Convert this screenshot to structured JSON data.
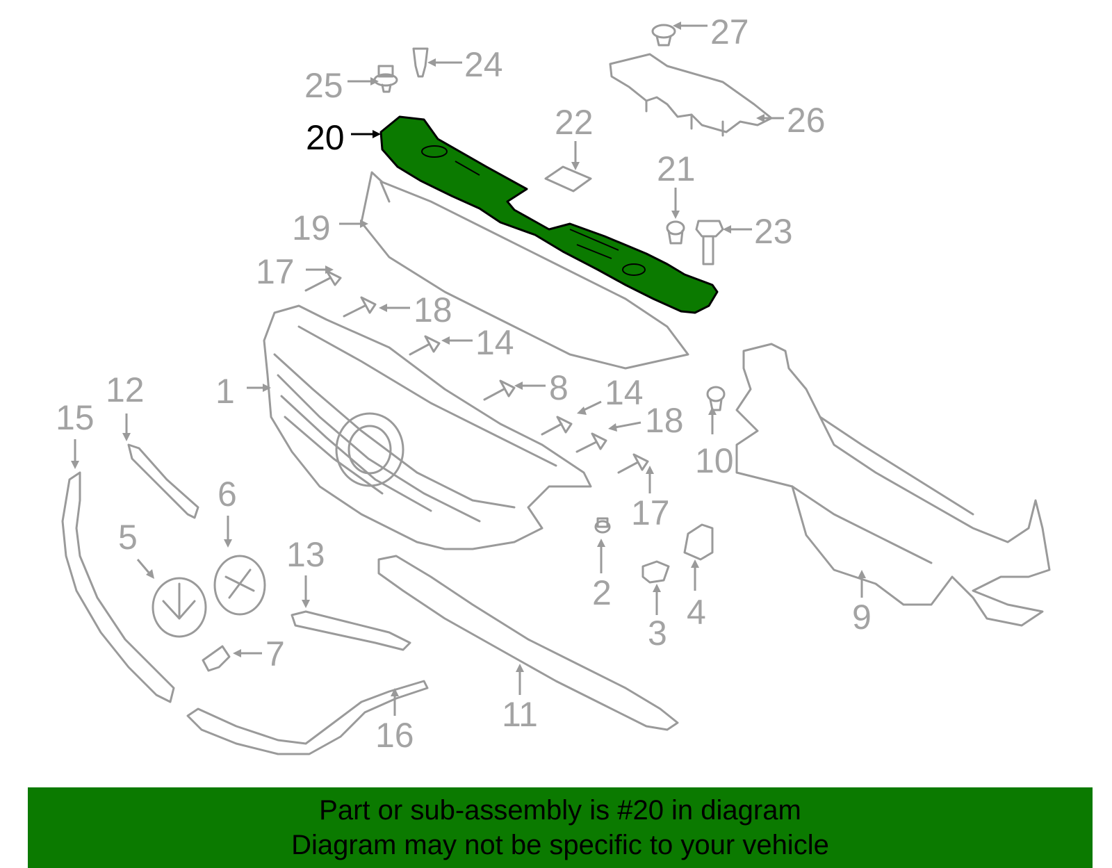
{
  "diagram": {
    "highlighted_part": "20",
    "highlight_color": "#0b7a00",
    "line_color": "#9a9a9a",
    "callouts": [
      {
        "id": "c1",
        "label": "1"
      },
      {
        "id": "c2",
        "label": "2"
      },
      {
        "id": "c3",
        "label": "3"
      },
      {
        "id": "c4",
        "label": "4"
      },
      {
        "id": "c5",
        "label": "5"
      },
      {
        "id": "c6",
        "label": "6"
      },
      {
        "id": "c7",
        "label": "7"
      },
      {
        "id": "c8",
        "label": "8"
      },
      {
        "id": "c9",
        "label": "9"
      },
      {
        "id": "c10",
        "label": "10"
      },
      {
        "id": "c11",
        "label": "11"
      },
      {
        "id": "c12",
        "label": "12"
      },
      {
        "id": "c13",
        "label": "13"
      },
      {
        "id": "c14a",
        "label": "14"
      },
      {
        "id": "c14b",
        "label": "14"
      },
      {
        "id": "c15",
        "label": "15"
      },
      {
        "id": "c16",
        "label": "16"
      },
      {
        "id": "c17a",
        "label": "17"
      },
      {
        "id": "c17b",
        "label": "17"
      },
      {
        "id": "c18a",
        "label": "18"
      },
      {
        "id": "c18b",
        "label": "18"
      },
      {
        "id": "c19",
        "label": "19"
      },
      {
        "id": "c20",
        "label": "20"
      },
      {
        "id": "c21",
        "label": "21"
      },
      {
        "id": "c22",
        "label": "22"
      },
      {
        "id": "c23",
        "label": "23"
      },
      {
        "id": "c24",
        "label": "24"
      },
      {
        "id": "c25",
        "label": "25"
      },
      {
        "id": "c26",
        "label": "26"
      },
      {
        "id": "c27",
        "label": "27"
      }
    ]
  },
  "caption": {
    "line1": "Part or sub-assembly is #20 in diagram",
    "line2": "Diagram may not be specific to your vehicle",
    "background": "#0b7a00"
  }
}
